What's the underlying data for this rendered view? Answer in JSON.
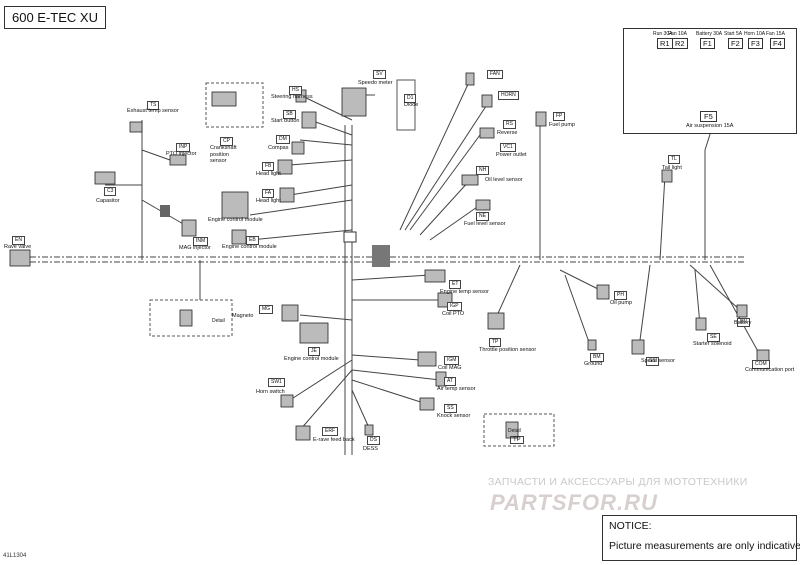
{
  "title": "600 E-TEC XU",
  "doc_code": "41L1304",
  "components": [
    {
      "code": "FAN",
      "label": ""
    },
    {
      "code": "HORN",
      "label": ""
    },
    {
      "code": "RS",
      "label": "Reverse"
    },
    {
      "code": "VC1",
      "label": "Power outlet"
    },
    {
      "code": "NH",
      "label": "Oil level sensor"
    },
    {
      "code": "FP",
      "label": "Fuel pump"
    },
    {
      "code": "NE",
      "label": "Fuel level sensor"
    },
    {
      "code": "TL",
      "label": "Tail light"
    },
    {
      "code": "SV",
      "label": "Speedo meter"
    },
    {
      "code": "D1",
      "label": "Diode"
    },
    {
      "code": "HS",
      "label": "Steering harness"
    },
    {
      "code": "SB",
      "label": "Start button"
    },
    {
      "code": "CP",
      "label": "Crankshaft position sensor"
    },
    {
      "code": "DM",
      "label": "Compas"
    },
    {
      "code": "FB",
      "label": "Head light"
    },
    {
      "code": "FA",
      "label": "Head light"
    },
    {
      "code": "",
      "label": "Engine control module"
    },
    {
      "code": "EB",
      "label": "Engine control module"
    },
    {
      "code": "TS",
      "label": "Exhaust temp sensor"
    },
    {
      "code": "INP",
      "label": "PTO injector"
    },
    {
      "code": "C3",
      "label": "Capasitor"
    },
    {
      "code": "INM",
      "label": "MAG injector"
    },
    {
      "code": "EN",
      "label": "Rave valve"
    },
    {
      "code": "ET",
      "label": "Engine temp sensor"
    },
    {
      "code": "IGP",
      "label": "Coil PTO"
    },
    {
      "code": "TP",
      "label": "Throttle position sensor"
    },
    {
      "code": "PH",
      "label": "Oil pump"
    },
    {
      "code": "MG",
      "label": "Magneto"
    },
    {
      "code": "JE",
      "label": "Engine control module"
    },
    {
      "code": "IGM",
      "label": "Coil MAG"
    },
    {
      "code": "AT",
      "label": "Air temp sensor"
    },
    {
      "code": "SS",
      "label": "Knock sensor"
    },
    {
      "code": "SW1",
      "label": "Horn switch"
    },
    {
      "code": "ERF",
      "label": "E-rave feed back"
    },
    {
      "code": "DS",
      "label": "DESS"
    },
    {
      "code": "BM",
      "label": "Ground"
    },
    {
      "code": "SS",
      "label": "Speed sensor"
    },
    {
      "code": "SE",
      "label": "Starter solenoid"
    },
    {
      "code": "BN",
      "label": "Battery"
    },
    {
      "code": "COM",
      "label": "Communication port"
    }
  ],
  "details": [
    {
      "label": "Detail",
      "code": ""
    },
    {
      "label": "Detail",
      "code": "TP"
    }
  ],
  "fuse_panel": {
    "headers": [
      "Run 30A",
      "Fan 10A",
      "Battery 30A",
      "Start 5A",
      "Horn 10A",
      "Fan 15A"
    ],
    "codes": [
      "R1",
      "R2",
      "F1",
      "F2",
      "F3",
      "F4"
    ],
    "f5_code": "F5",
    "f5_label": "Air suspension 15A"
  },
  "notice": {
    "title": "NOTICE:",
    "text": "Picture measurements are only indicative."
  },
  "watermark": {
    "top": "ЗАПЧАСТИ И АКСЕССУАРЫ ДЛЯ МОТОТЕХНИКИ",
    "logo": "PARTSFOR.RU"
  }
}
